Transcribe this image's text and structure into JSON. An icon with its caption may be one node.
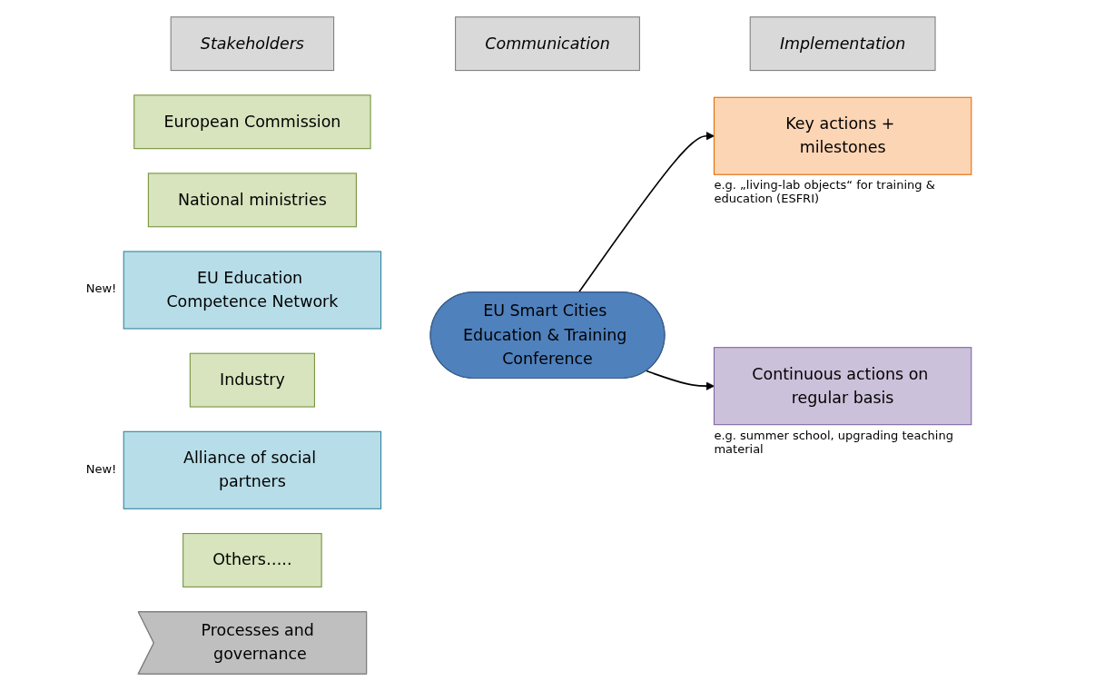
{
  "diagram": {
    "nodes": [
      {
        "text": [
          "Stakeholders"
        ]
      },
      {
        "text": [
          "Communication"
        ]
      },
      {
        "text": [
          "Implementation"
        ]
      },
      {
        "text": [
          "European Commission"
        ]
      },
      {
        "text": [
          "National ministries"
        ]
      },
      {
        "text": [
          "EU Education Competence Network"
        ],
        "beside": [
          "New!"
        ]
      },
      {
        "text": [
          "Industry"
        ]
      },
      {
        "text": [
          "Alliance of social partners"
        ],
        "beside": [
          "New!"
        ]
      },
      {
        "text": [
          "Others….."
        ]
      },
      {
        "text": [
          "EU Smart Cities Education & Training Conference"
        ]
      },
      {
        "text": [
          "Key actions + milestones"
        ],
        "beside": [
          "e.g. „living-lab objects“ for training & education (ESFRI)"
        ]
      },
      {
        "text": [
          "Continuous actions on regular basis"
        ],
        "beside": [
          "e.g. summer school, upgrading teaching material"
        ]
      },
      {
        "text": [
          "Processes and governance"
        ]
      }
    ],
    "edges": [
      {
        "from": 9,
        "to": 10,
        "arrow": "to"
      },
      {
        "from": 9,
        "to": 11,
        "arrow": "to"
      }
    ]
  }
}
